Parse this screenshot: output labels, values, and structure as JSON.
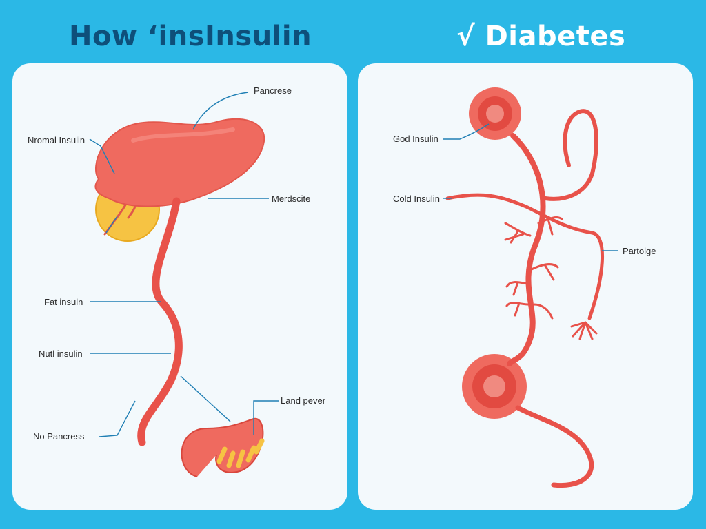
{
  "title_left": "How ʻinsInsulin",
  "title_right": "√ Diabetes",
  "left_panel": {
    "labels": {
      "pancreas": "Pancrese",
      "normal_insulin": "Nromal Insulin",
      "merocite": "Merdscite",
      "fat_insulin": "Fat insuln",
      "nutl_insulin": "Nutl insulin",
      "no_pancreas": "No Pancress",
      "land_pever": "Land pever"
    }
  },
  "right_panel": {
    "labels": {
      "god_insulin": "God Insulin",
      "cold_insulin": "Cold Insulin",
      "partouge": "Partolge"
    }
  },
  "colors": {
    "background": "#2bb8e6",
    "panel": "#f3f9fc",
    "organ": "#ef6a5f",
    "organ_dark": "#d9473d",
    "fat": "#f6c343",
    "leader_line": "#1f7fb4"
  }
}
